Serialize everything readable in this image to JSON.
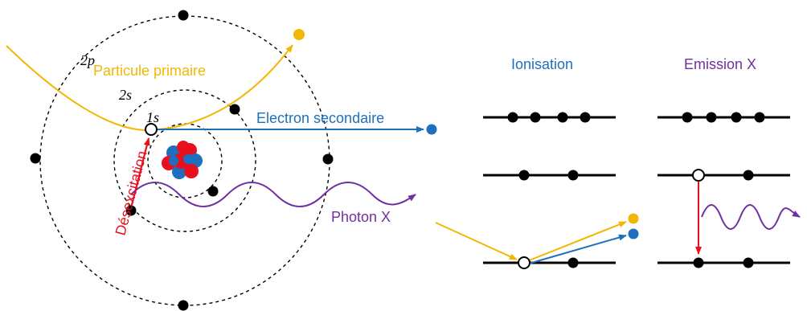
{
  "colors": {
    "primary": "#f2b705",
    "secondary": "#1f6fbf",
    "photon": "#7030a0",
    "desexcitation": "#e8101e",
    "ionisation_title": "#1f6fbf",
    "emission_title": "#7030a0",
    "black": "#000000"
  },
  "atom": {
    "shell_labels": {
      "k": "1s",
      "l2s": "2s",
      "l2p": "2p"
    },
    "primary_label": "Particule primaire",
    "secondary_label": "Electron secondaire",
    "photon_label": "Photon X",
    "desexcitation_label": "Désexcitation"
  },
  "panels": {
    "ionisation": {
      "title": "Ionisation"
    },
    "emission": {
      "title": "Emission X"
    }
  }
}
